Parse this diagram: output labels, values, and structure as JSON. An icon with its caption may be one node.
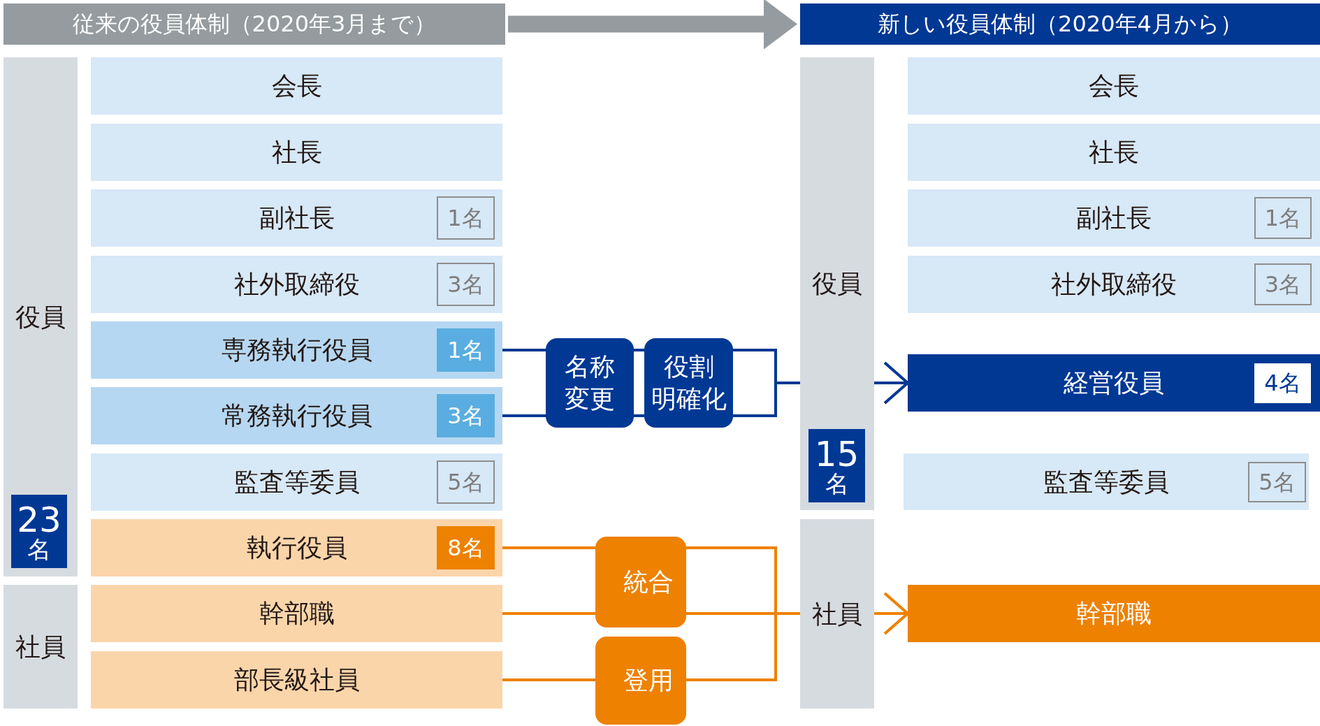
{
  "diagram": {
    "nodes": [
      {
        "text": [
          "従来の役員体制（2020年3月まで）"
        ]
      },
      {
        "text": [
          "新しい役員体制（2020年4月から）"
        ]
      },
      {
        "text": [
          "役員"
        ]
      },
      {
        "text": [
          "23",
          "名"
        ],
        "in": 2
      },
      {
        "text": [
          "社員"
        ]
      },
      {
        "text": [
          "会長"
        ]
      },
      {
        "text": [
          "社長"
        ]
      },
      {
        "text": [
          "副社長"
        ]
      },
      {
        "text": [
          "1名"
        ],
        "in": 7
      },
      {
        "text": [
          "社外取締役"
        ]
      },
      {
        "text": [
          "3名"
        ],
        "in": 9
      },
      {
        "text": [
          "専務執行役員"
        ]
      },
      {
        "text": [
          "1名"
        ],
        "in": 11
      },
      {
        "text": [
          "常務執行役員"
        ]
      },
      {
        "text": [
          "3名"
        ],
        "in": 13
      },
      {
        "text": [
          "監査等委員"
        ]
      },
      {
        "text": [
          "5名"
        ],
        "in": 15
      },
      {
        "text": [
          "執行役員"
        ]
      },
      {
        "text": [
          "8名"
        ],
        "in": 17
      },
      {
        "text": [
          "幹部職"
        ]
      },
      {
        "text": [
          "部長級社員"
        ]
      },
      {
        "text": [
          "名称変更"
        ]
      },
      {
        "text": [
          "役割明確化"
        ]
      },
      {
        "text": [
          "統合"
        ]
      },
      {
        "text": [
          "登用"
        ]
      },
      {
        "text": [
          "役員"
        ]
      },
      {
        "text": [
          "15",
          "名"
        ],
        "in": 25
      },
      {
        "text": [
          "社員"
        ]
      },
      {
        "text": [
          "会長"
        ]
      },
      {
        "text": [
          "社長"
        ]
      },
      {
        "text": [
          "副社長"
        ]
      },
      {
        "text": [
          "1名"
        ],
        "in": 30
      },
      {
        "text": [
          "社外取締役"
        ]
      },
      {
        "text": [
          "3名"
        ],
        "in": 32
      },
      {
        "text": [
          "経営役員"
        ]
      },
      {
        "text": [
          "4名"
        ],
        "in": 34
      },
      {
        "text": [
          "監査等委員"
        ]
      },
      {
        "text": [
          "5名"
        ],
        "in": 36
      },
      {
        "text": [
          "幹部職"
        ]
      }
    ],
    "edges": [
      {
        "from": 0,
        "to": 1,
        "arrow": "to",
        "style": "thick",
        "color": "#959b9e"
      },
      {
        "from": 11,
        "to": 21,
        "arrow": "none"
      },
      {
        "from": 13,
        "to": 21,
        "arrow": "none"
      },
      {
        "from": 21,
        "to": 22,
        "arrow": "none"
      },
      {
        "from": 21,
        "to": 22,
        "arrow": "none"
      },
      {
        "from": 22,
        "to": 25,
        "arrow": "none"
      },
      {
        "from": 25,
        "to": 34,
        "arrow": "to"
      },
      {
        "from": 17,
        "to": 23,
        "arrow": "none",
        "color": "#ee8100"
      },
      {
        "from": 19,
        "to": 23,
        "arrow": "none",
        "color": "#ee8100"
      },
      {
        "from": 20,
        "to": 24,
        "arrow": "none",
        "color": "#ee8100"
      },
      {
        "from": 23,
        "to": 27,
        "arrow": "none",
        "color": "#ee8100"
      },
      {
        "from": 24,
        "to": 27,
        "arrow": "none",
        "color": "#ee8100"
      },
      {
        "from": 27,
        "to": 38,
        "arrow": "to",
        "color": "#ee8100"
      }
    ]
  }
}
